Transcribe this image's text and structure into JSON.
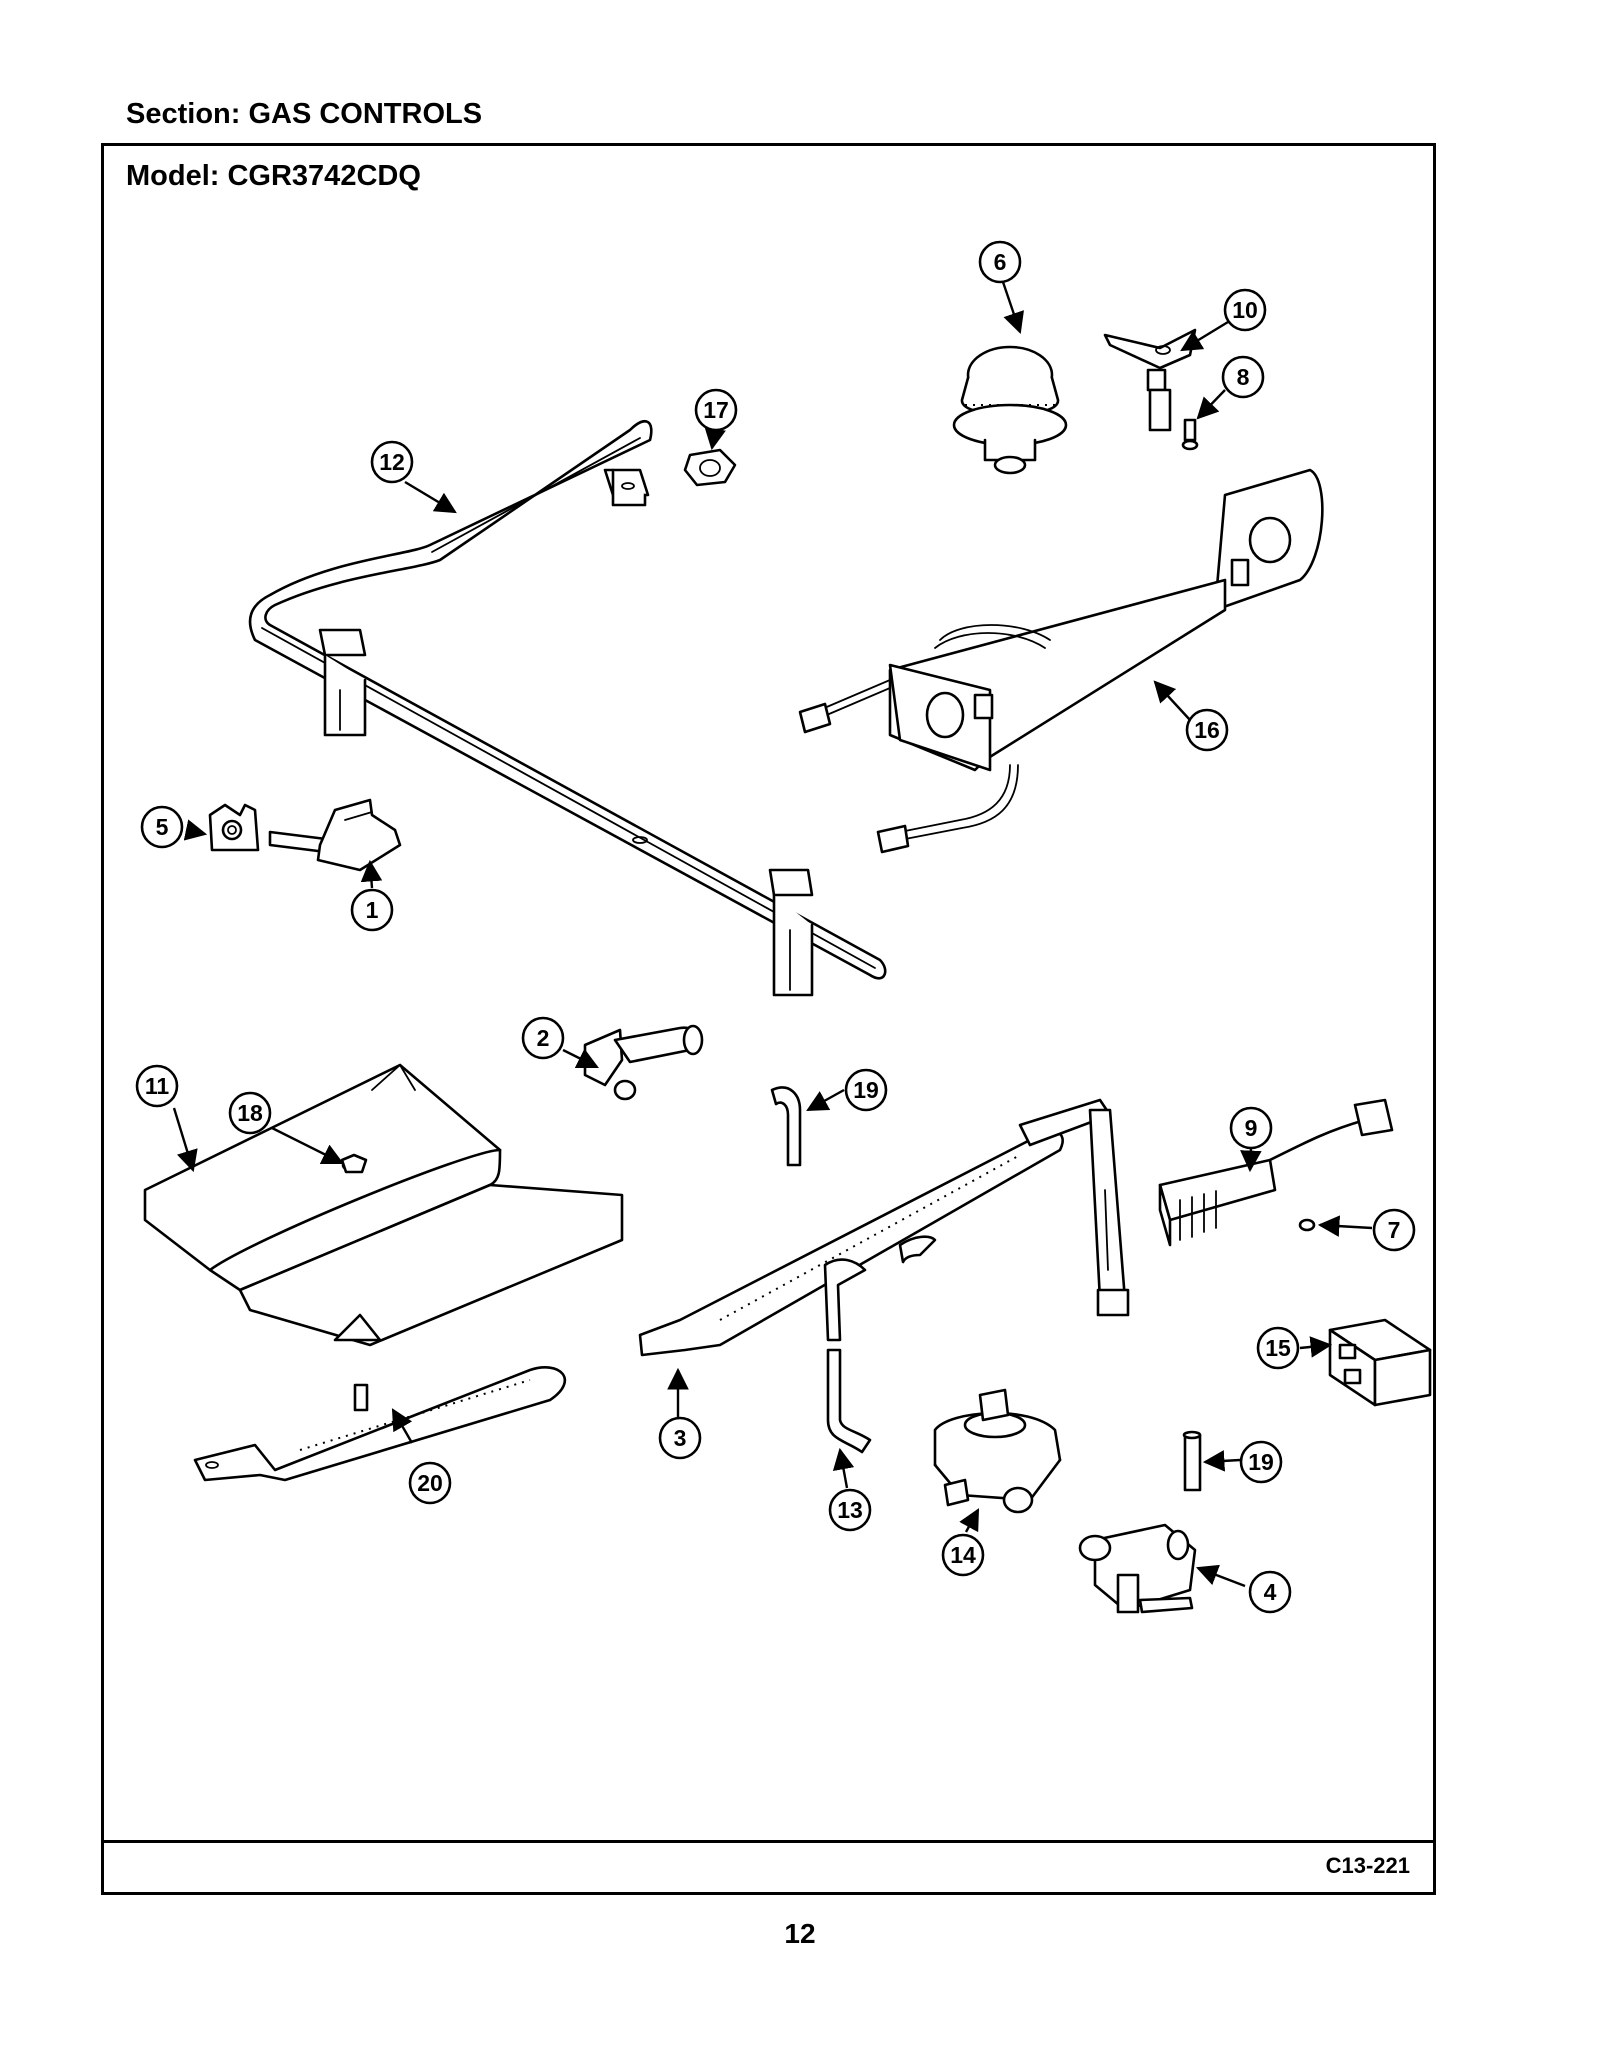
{
  "header": {
    "section_label": "Section:  GAS CONTROLS",
    "model_label": "Model:  CGR3742CDQ"
  },
  "footer": {
    "drawing_code": "C13-221",
    "page_number": "12"
  },
  "diagram": {
    "callouts": [
      "1",
      "2",
      "3",
      "4",
      "5",
      "6",
      "7",
      "8",
      "9",
      "10",
      "11",
      "12",
      "13",
      "14",
      "15",
      "16",
      "17",
      "18",
      "19",
      "19",
      "20"
    ]
  }
}
